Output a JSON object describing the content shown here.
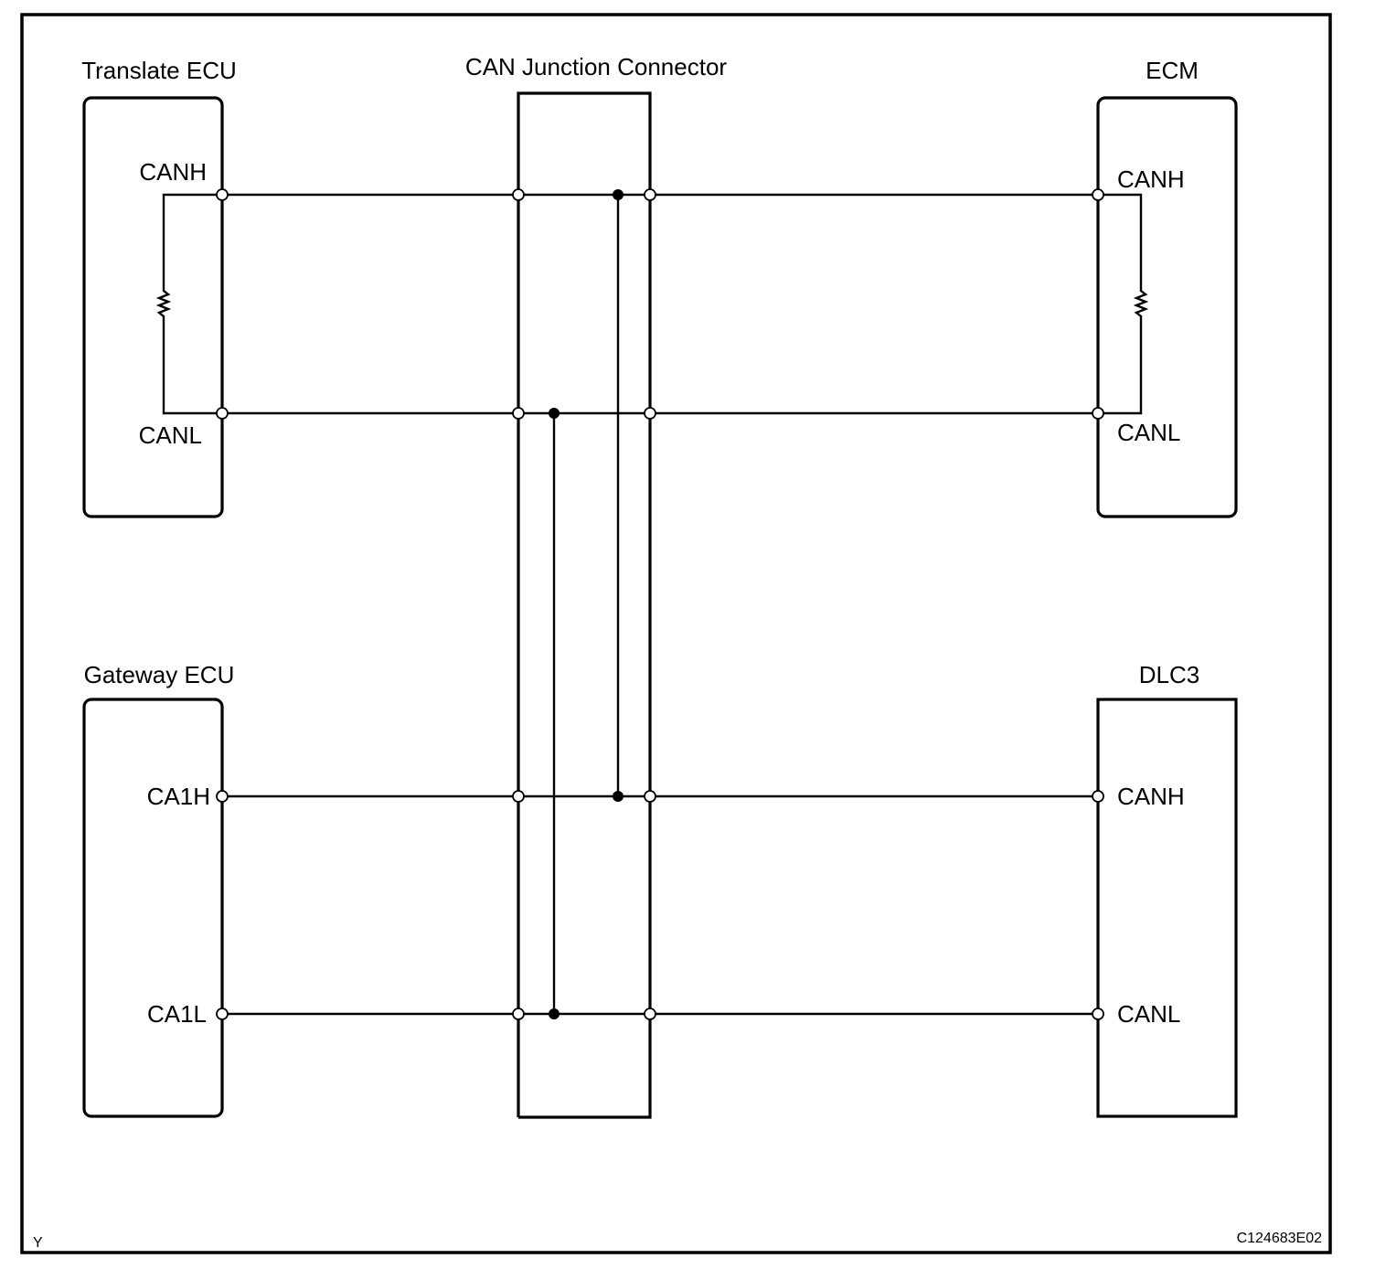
{
  "components": {
    "translate_ecu": {
      "title": "Translate ECU",
      "pin_high": "CANH",
      "pin_low": "CANL"
    },
    "junction_connector": {
      "title": "CAN Junction Connector"
    },
    "ecm": {
      "title": "ECM",
      "pin_high": "CANH",
      "pin_low": "CANL"
    },
    "gateway_ecu": {
      "title": "Gateway ECU",
      "pin_high": "CA1H",
      "pin_low": "CA1L"
    },
    "dlc3": {
      "title": "DLC3",
      "pin_high": "CANH",
      "pin_low": "CANL"
    }
  },
  "footer": {
    "left_code": "Y",
    "figure_code": "C124683E02"
  },
  "colors": {
    "line": "#000000",
    "background": "#ffffff"
  }
}
